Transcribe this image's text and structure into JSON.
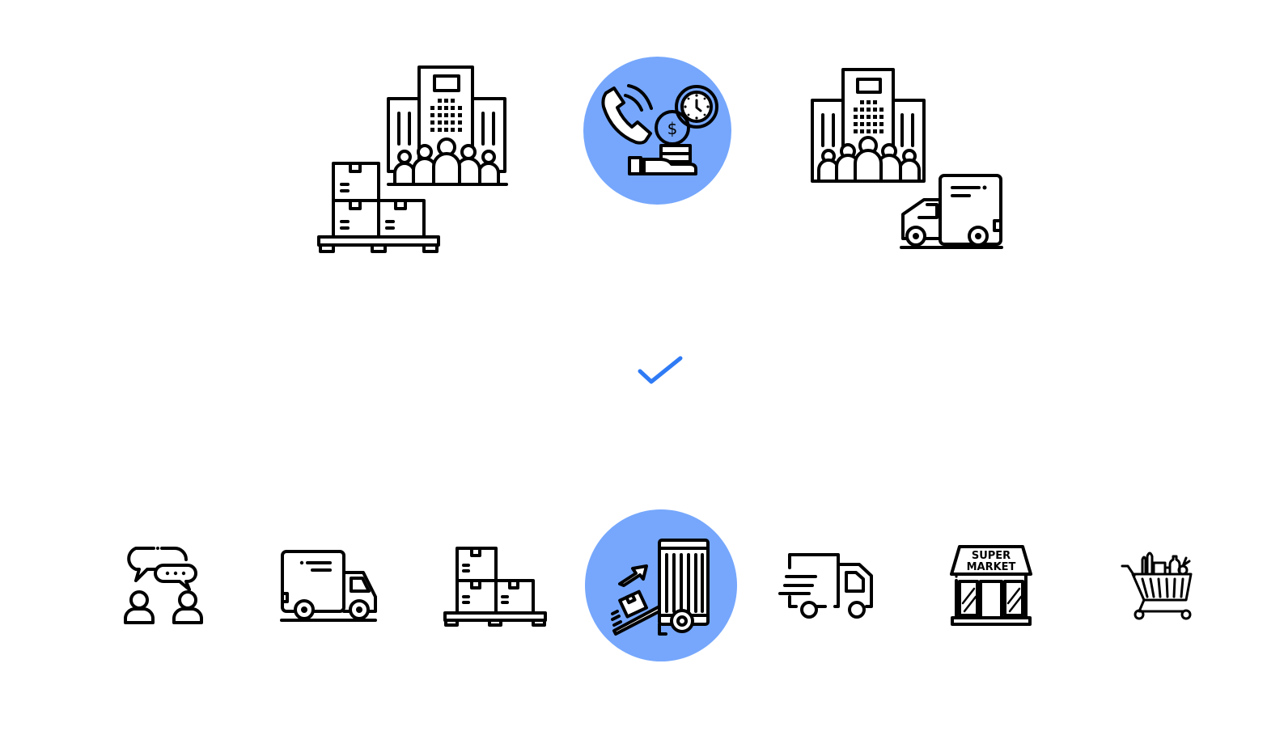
{
  "theme": {
    "highlight_circle_color": "#76a7fc",
    "checkmark_color": "#2f7bf5",
    "icon_stroke_color": "#000000",
    "background": "#ffffff"
  },
  "top_row": {
    "items": [
      {
        "icon": "warehouse-company-icon",
        "description": "Office building with people and stacked boxes on pallet"
      },
      {
        "icon": "customer-service-payment-icon",
        "description": "Phone, coin with dollar sign, clock and hand holding coins",
        "highlighted": true
      },
      {
        "icon": "company-delivery-icon",
        "description": "Office building with people and delivery truck"
      }
    ]
  },
  "divider": {
    "icon": "checkmark-icon"
  },
  "bottom_row": {
    "items": [
      {
        "icon": "conversation-icon"
      },
      {
        "icon": "delivery-truck-icon"
      },
      {
        "icon": "boxes-pallet-icon"
      },
      {
        "icon": "loading-truck-icon",
        "highlighted": true
      },
      {
        "icon": "fast-delivery-icon"
      },
      {
        "icon": "supermarket-icon",
        "sign_line1": "SUPER",
        "sign_line2": "MARKET"
      },
      {
        "icon": "shopping-cart-icon"
      }
    ]
  }
}
